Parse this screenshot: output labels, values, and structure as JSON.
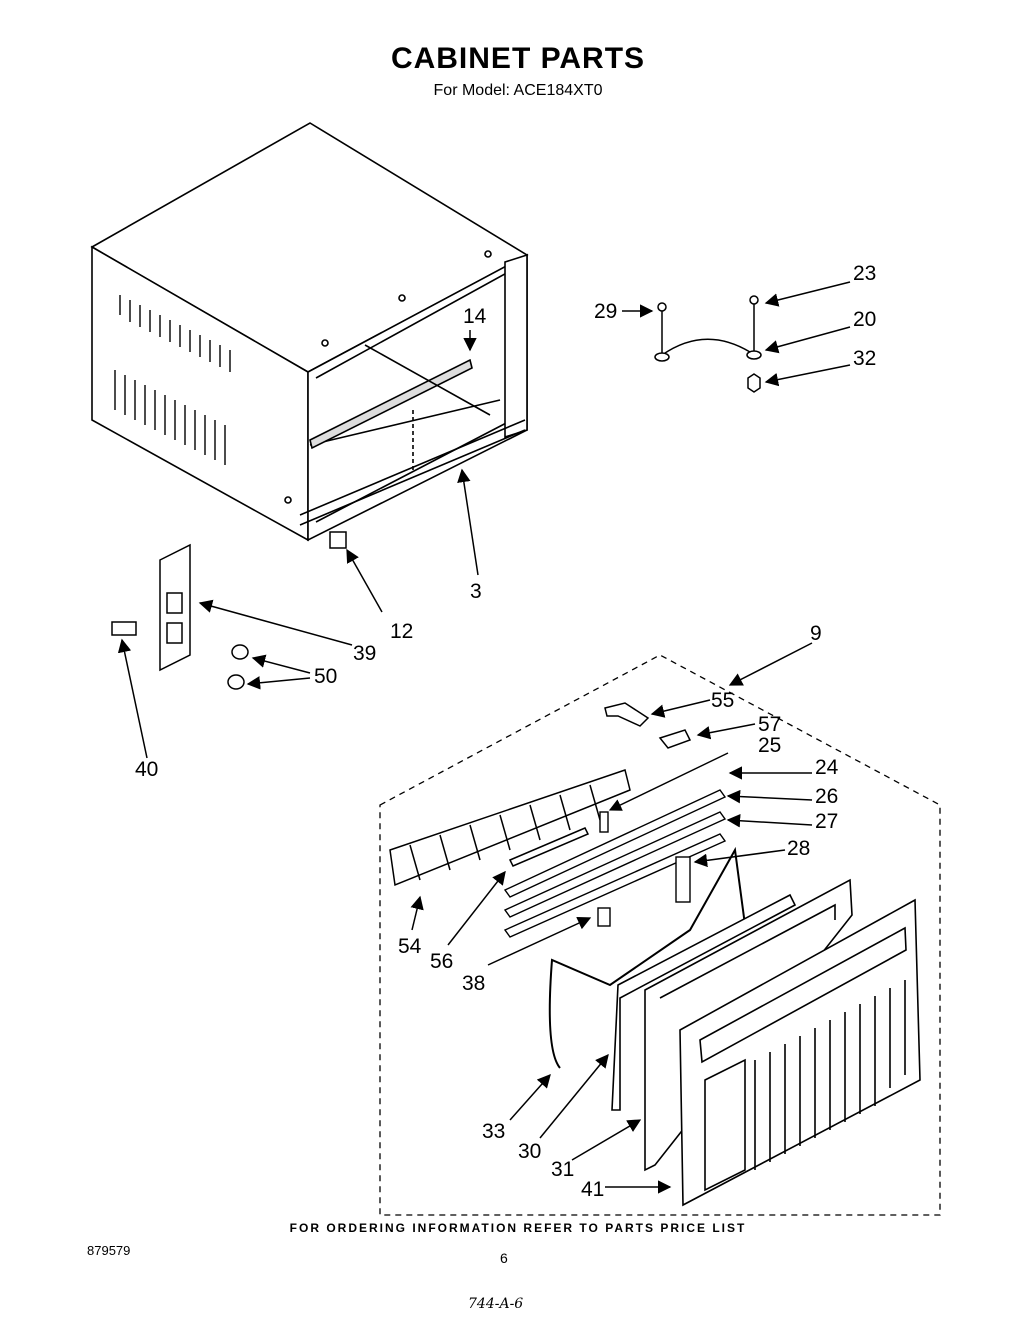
{
  "title": "CABINET PARTS",
  "subtitle": "For Model: ACE184XT0",
  "footer_note": "FOR ORDERING INFORMATION REFER TO PARTS PRICE LIST",
  "doc_number": "879579",
  "page_number": "6",
  "handwritten_code": "744-A-6",
  "callouts": {
    "p3": "3",
    "p9": "9",
    "p12": "12",
    "p14": "14",
    "p20": "20",
    "p23": "23",
    "p24": "24",
    "p25": "25",
    "p26": "26",
    "p27": "27",
    "p28": "28",
    "p29": "29",
    "p30": "30",
    "p31": "31",
    "p32": "32",
    "p33": "33",
    "p38": "38",
    "p39": "39",
    "p40": "40",
    "p41": "41",
    "p50": "50",
    "p54": "54",
    "p55": "55",
    "p56": "56",
    "p57": "57"
  }
}
